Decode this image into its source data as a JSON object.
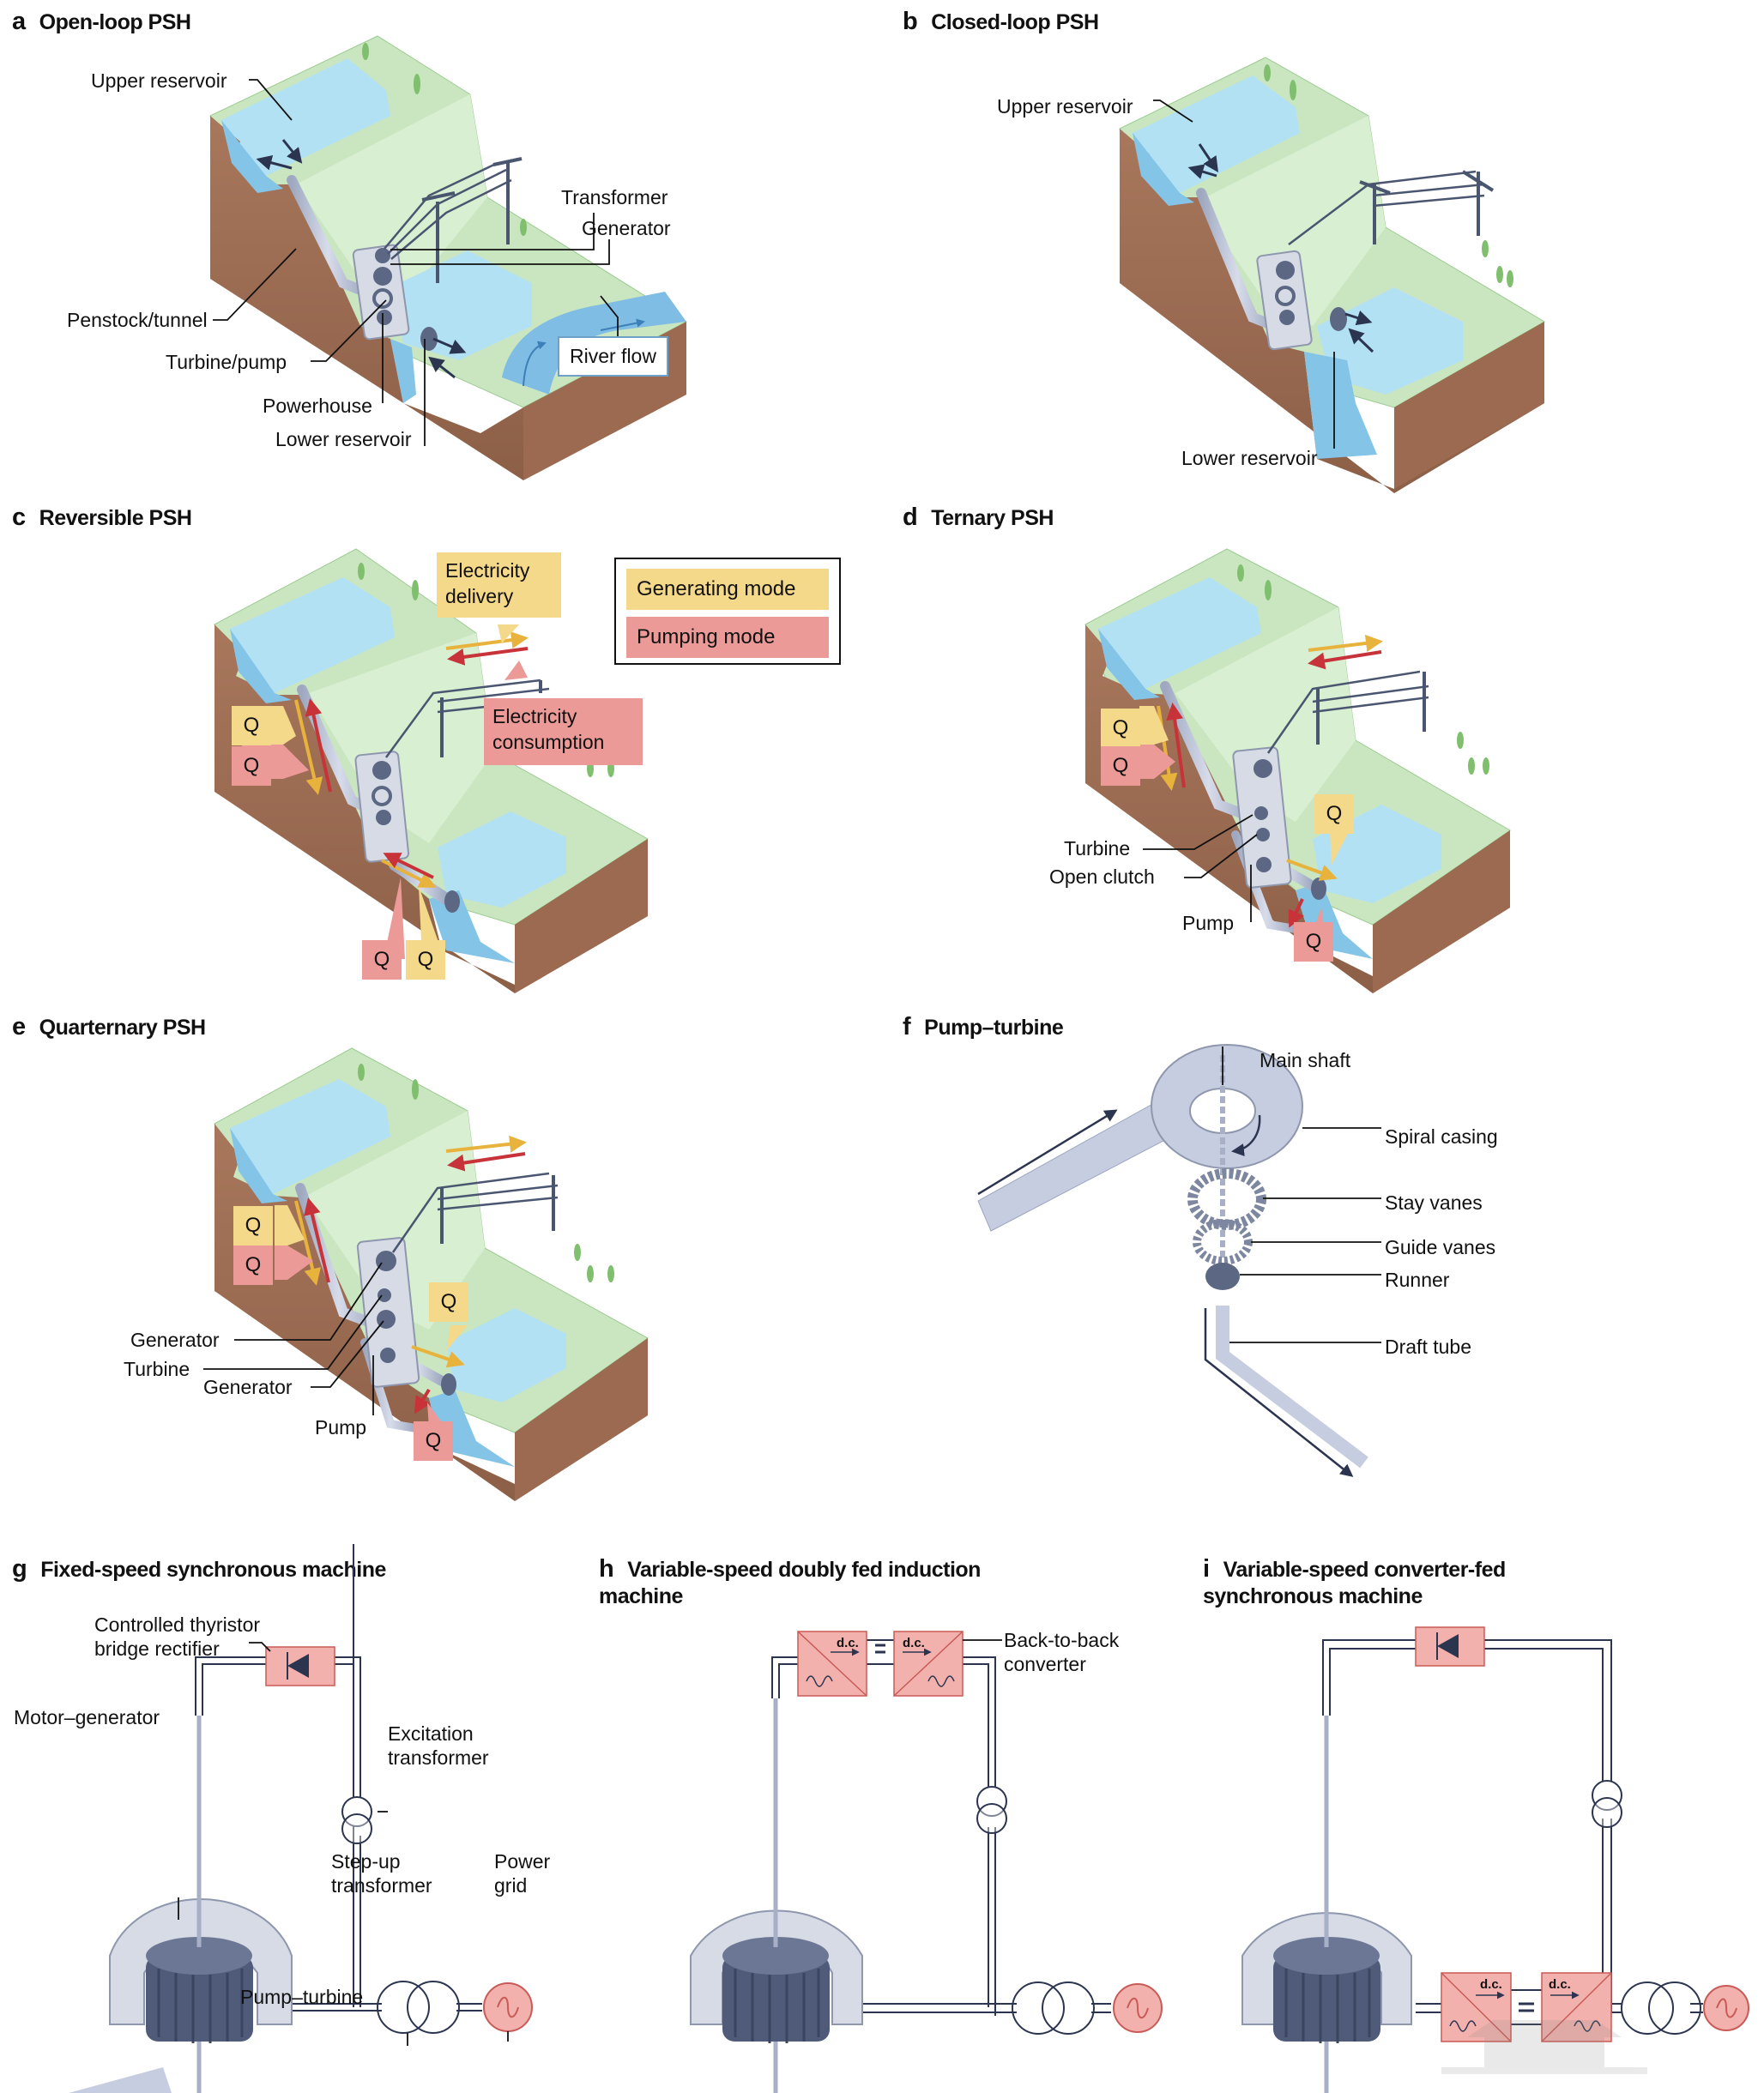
{
  "colors": {
    "terrain_top": "#c9e6c1",
    "terrain_top_light": "#d9efd2",
    "soil": "#a8775c",
    "soil_dark": "#8c5f47",
    "water": "#b3e1f4",
    "water_deep": "#84c4e6",
    "river": "#7fbde4",
    "machinery": "#5b6783",
    "pipe": "#c9d0e0",
    "generating": "#f5d98a",
    "pumping": "#ec9a98",
    "arrow_gen": "#e8b33c",
    "arrow_pump": "#c8333a",
    "converter": "#f3b1ad",
    "grid": "#f3b1ad"
  },
  "panels": {
    "a": {
      "letter": "a",
      "title": "Open-loop PSH",
      "labels": {
        "upper_reservoir": "Upper reservoir",
        "transformer": "Transformer",
        "generator": "Generator",
        "penstock": "Penstock/tunnel",
        "turbine_pump": "Turbine/pump",
        "powerhouse": "Powerhouse",
        "lower_reservoir": "Lower reservoir",
        "river_flow": "River flow"
      }
    },
    "b": {
      "letter": "b",
      "title": "Closed-loop PSH",
      "labels": {
        "upper_reservoir": "Upper reservoir",
        "lower_reservoir": "Lower reservoir"
      }
    },
    "c": {
      "letter": "c",
      "title": "Reversible PSH",
      "labels": {
        "electricity_delivery": "Electricity delivery",
        "electricity_consumption": "Electricity consumption",
        "q": "Q"
      },
      "legend": {
        "generating": "Generating mode",
        "pumping": "Pumping mode"
      }
    },
    "d": {
      "letter": "d",
      "title": "Ternary PSH",
      "labels": {
        "turbine": "Turbine",
        "open_clutch": "Open clutch",
        "pump": "Pump",
        "q": "Q"
      }
    },
    "e": {
      "letter": "e",
      "title": "Quarternary PSH",
      "labels": {
        "generator_top": "Generator",
        "turbine": "Turbine",
        "generator_bottom": "Generator",
        "pump": "Pump",
        "q": "Q"
      }
    },
    "f": {
      "letter": "f",
      "title": "Pump–turbine",
      "labels": {
        "main_shaft": "Main shaft",
        "spiral_casing": "Spiral casing",
        "stay_vanes": "Stay vanes",
        "guide_vanes": "Guide vanes",
        "runner": "Runner",
        "draft_tube": "Draft tube"
      }
    },
    "g": {
      "letter": "g",
      "title": "Fixed-speed synchronous machine",
      "labels": {
        "rectifier": "Controlled thyristor bridge rectifier",
        "motor_generator": "Motor–generator",
        "excitation_transformer": "Excitation transformer",
        "stepup_transformer": "Step-up transformer",
        "power_grid": "Power grid",
        "pump_turbine": "Pump–turbine"
      }
    },
    "h": {
      "letter": "h",
      "title": "Variable-speed doubly fed induction machine",
      "labels": {
        "back_to_back": "Back-to-back converter",
        "dc": "d.c."
      }
    },
    "i": {
      "letter": "i",
      "title": "Variable-speed converter-fed synchronous machine",
      "labels": {
        "dc": "d.c."
      }
    }
  }
}
